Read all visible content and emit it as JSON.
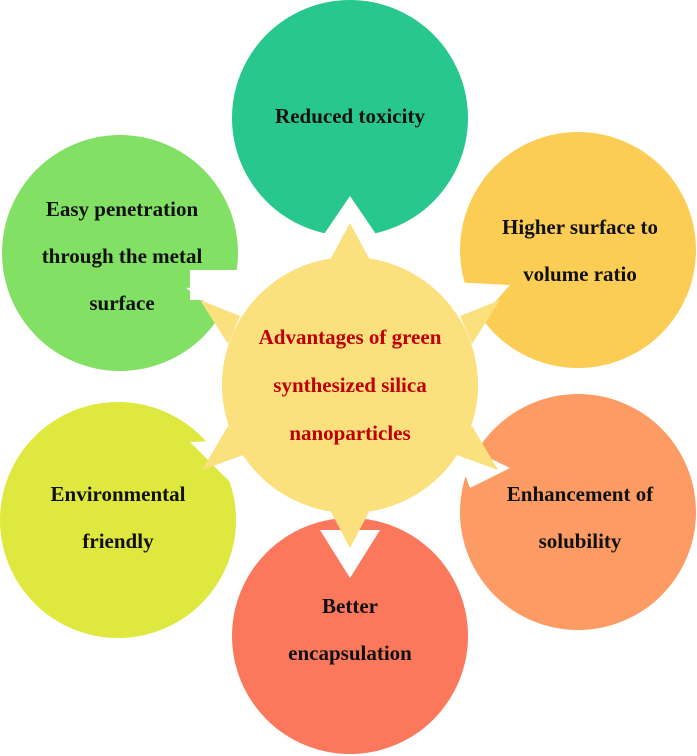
{
  "center": {
    "title_lines": [
      "Advantages of green",
      "synthesized silica",
      "nanoparticles"
    ],
    "fill": "#fbe07e",
    "text_color": "#c00000"
  },
  "petals": [
    {
      "id": "top",
      "lines": [
        "Reduced toxicity"
      ],
      "fill": "#27c78d"
    },
    {
      "id": "upper-right",
      "lines": [
        "Higher surface to",
        "volume ratio"
      ],
      "fill": "#fbcd55"
    },
    {
      "id": "lower-right",
      "lines": [
        "Enhancement of",
        "solubility"
      ],
      "fill": "#fc9c64"
    },
    {
      "id": "bottom",
      "lines": [
        "Better",
        "encapsulation"
      ],
      "fill": "#fc785c"
    },
    {
      "id": "lower-left",
      "lines": [
        "Environmental",
        "friendly"
      ],
      "fill": "#dfe83e"
    },
    {
      "id": "upper-left",
      "lines": [
        "Easy penetration",
        "through the metal",
        "surface"
      ],
      "fill": "#82e065"
    }
  ]
}
